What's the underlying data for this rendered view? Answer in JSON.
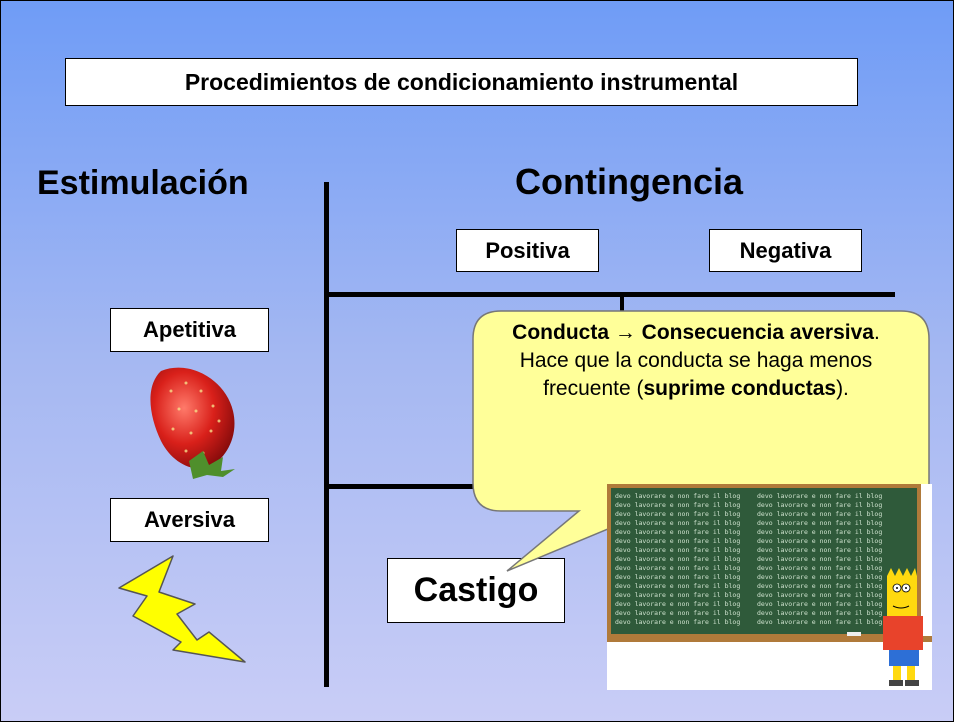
{
  "title": "Procedimientos de condicionamiento instrumental",
  "headings": {
    "stimulation": "Estimulación",
    "contingency": "Contingencia"
  },
  "columns": {
    "positive": "Positiva",
    "negative": "Negativa"
  },
  "rows": {
    "appetitive": "Apetitiva",
    "aversive": "Aversiva"
  },
  "cell_label": "Castigo",
  "bubble": {
    "line1_bold": "Conducta → Consecuencia aversiva",
    "line1_end": ".",
    "line2": "Hace que la conducta se haga menos frecuente (",
    "line2_bold": "suprime conductas",
    "line2_end": ")."
  },
  "board_text": "devo lavorare e non fare il blog",
  "images": {
    "strawberry": "strawberry-image",
    "bolt": "lightning-bolt-icon",
    "chalkboard": "bart-chalkboard-image"
  },
  "colors": {
    "background_top": "#6f9cf6",
    "background_bottom": "#c9cdf6",
    "bubble_fill": "#ffff99",
    "bolt_fill": "#ffff00",
    "board_green": "#2f5a3a"
  }
}
